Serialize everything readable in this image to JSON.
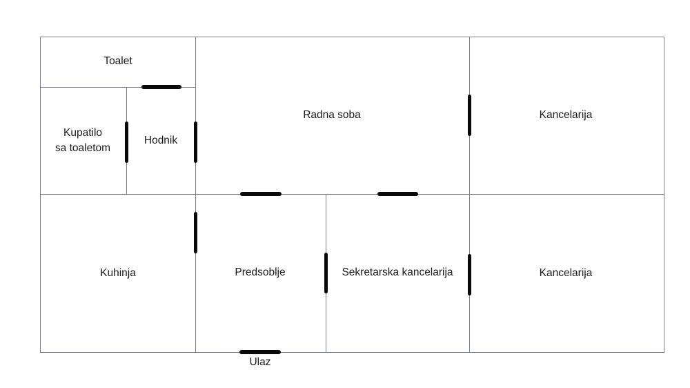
{
  "floor_plan": {
    "rooms": [
      {
        "id": "toalet",
        "label": "Toalet"
      },
      {
        "id": "kupatilo",
        "label_line1": "Kupatilo",
        "label_line2": "sa toaletom"
      },
      {
        "id": "hodnik",
        "label": "Hodnik"
      },
      {
        "id": "radna_soba",
        "label": "Radna soba"
      },
      {
        "id": "kancelarija_top",
        "label": "Kancelarija"
      },
      {
        "id": "kuhinja",
        "label": "Kuhinja"
      },
      {
        "id": "predsoblje",
        "label": "Predsoblje"
      },
      {
        "id": "sekretarska",
        "label": "Sekretarska kancelarija"
      },
      {
        "id": "kancelarija_bottom",
        "label": "Kancelarija"
      }
    ],
    "entrance": {
      "label": "Ulaz"
    },
    "colors": {
      "wall": "#7a7f86",
      "door": "#0a0a0a",
      "background": "#ffffff"
    }
  }
}
